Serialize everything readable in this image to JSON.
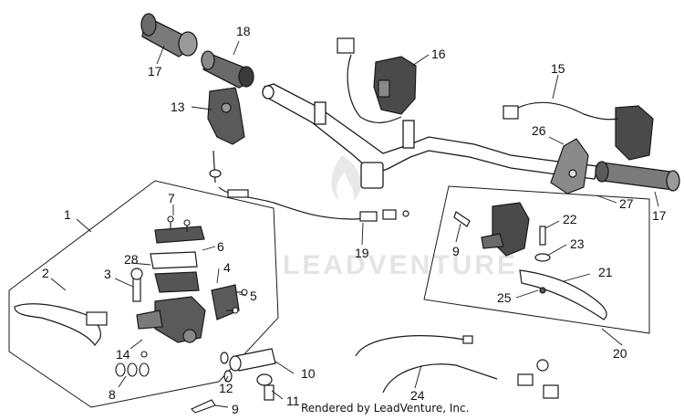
{
  "diagram": {
    "labels": {
      "p1": "1",
      "p2": "2",
      "p3": "3",
      "p4": "4",
      "p5": "5",
      "p6": "6",
      "p7": "7",
      "p8": "8",
      "p9a": "9",
      "p9b": "9",
      "p10": "10",
      "p11": "11",
      "p12": "12",
      "p13": "13",
      "p14": "14",
      "p15": "15",
      "p16": "16",
      "p17a": "17",
      "p17b": "17",
      "p18": "18",
      "p19": "19",
      "p20": "20",
      "p21": "21",
      "p22": "22",
      "p23": "23",
      "p24": "24",
      "p25": "25",
      "p26": "26",
      "p27": "27",
      "p28": "28"
    },
    "watermark": "LEADVENTURE",
    "credit": "Rendered by LeadVenture, Inc."
  },
  "colors": {
    "line": "#1a1a1a",
    "dark_part": "#4a4a4a",
    "grip": "#707070",
    "watermark": "#e6e6e6"
  }
}
